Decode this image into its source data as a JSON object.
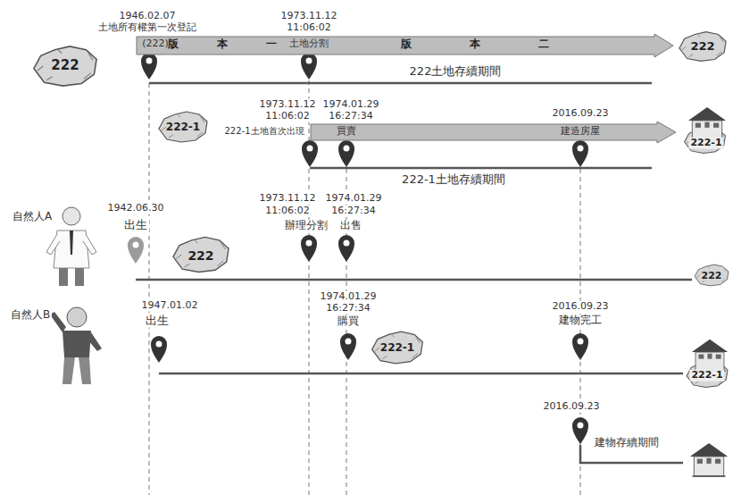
{
  "diagram": {
    "nodes": [
      {
        "text": [
          "(222)",
          "版　本　一",
          "土地分割",
          "版　本　二"
        ]
      },
      {
        "text": [
          "買賣",
          "建造房屋"
        ]
      }
    ],
    "labels": [
      "1946.02.07",
      "土地所有權第一次登記",
      "1973.11.12",
      "11:06:02",
      "222",
      "222土地存續期間",
      "222",
      "222-1",
      "1973.11.12",
      "11:06:02",
      "222-1土地首次出現",
      "1974.01.29",
      "16:27:34",
      "2016.09.23",
      "222-1",
      "222-1土地存續期間",
      "自然人A",
      "1942.06.30",
      "出生",
      "222",
      "1973.11.12",
      "11:06:02",
      "辦理分割",
      "1974.01.29",
      "16:27:34",
      "出售",
      "222",
      "自然人B",
      "1947.01.02",
      "出生",
      "1974.01.29",
      "16:27:34",
      "購買",
      "222-1",
      "2016.09.23",
      "建物完工",
      "222-1",
      "2016.09.23",
      "建物存續期間"
    ]
  }
}
